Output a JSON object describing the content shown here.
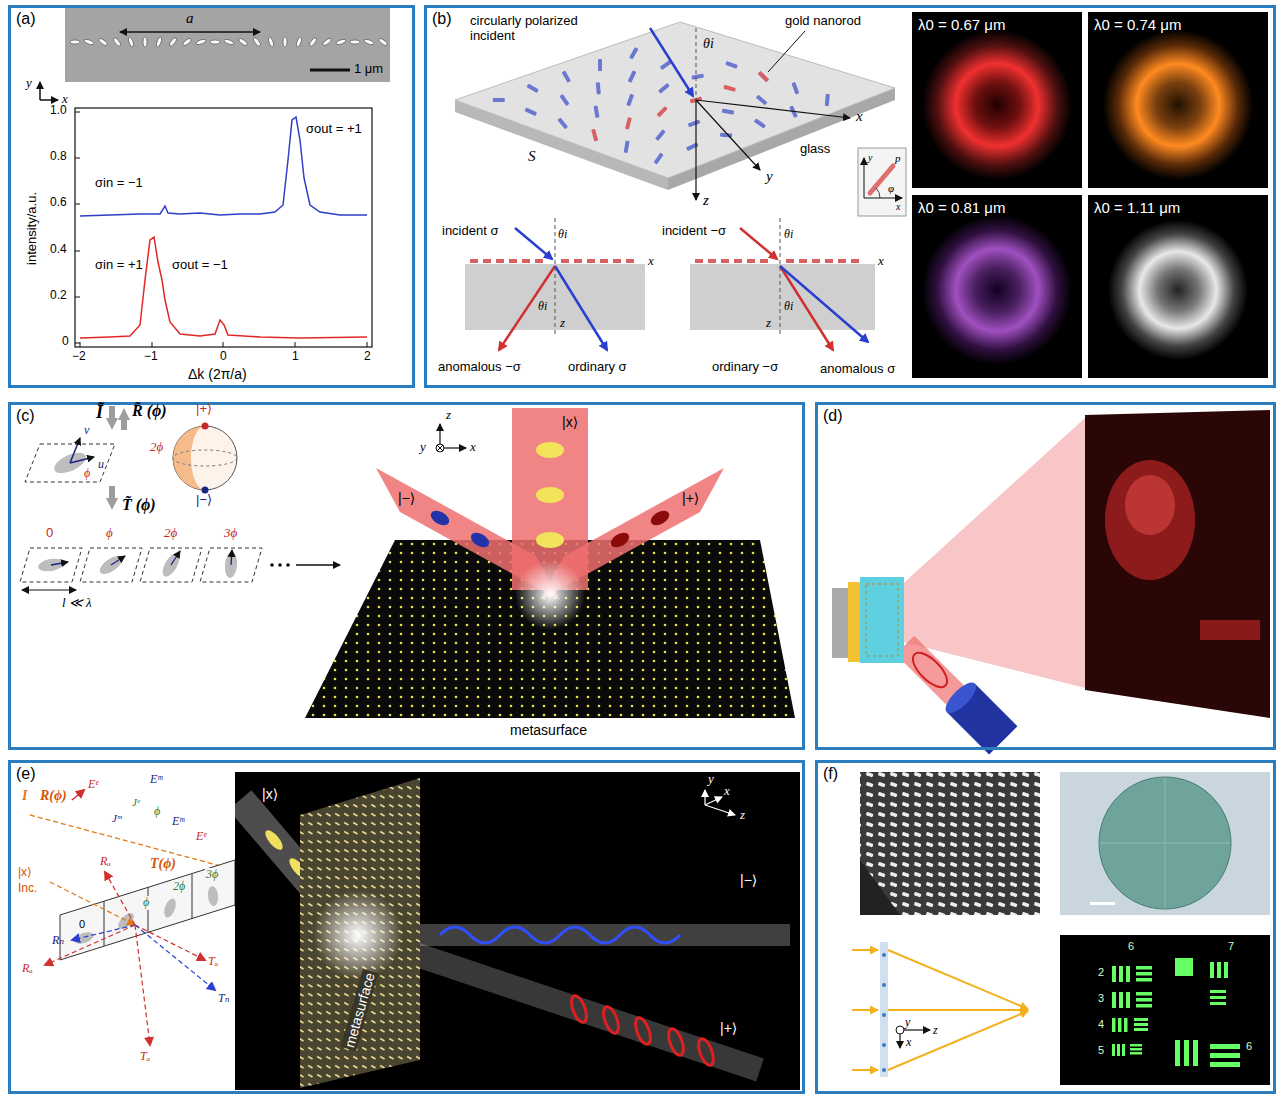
{
  "diagram": {
    "nodes": [
      {
        "text": [
          "(a)"
        ]
      },
      {
        "text": [
          "(b)"
        ]
      },
      {
        "text": [
          "(c)"
        ]
      },
      {
        "text": [
          "(d)"
        ]
      },
      {
        "text": [
          "(e)"
        ]
      },
      {
        "text": [
          "(f)"
        ]
      }
    ],
    "labels": [
      "a",
      "y",
      "x",
      "1 μm",
      "intensity/a.u.",
      "1.0",
      "0.8",
      "0.6",
      "0.4",
      "0.2",
      "0",
      "−2",
      "−1",
      "0",
      "1",
      "2",
      "Δk (2π/a)",
      "σin = −1",
      "σout = +1",
      "σin = +1",
      "σout = −1",
      "circularly polarized incident",
      "gold nanorod",
      "θi",
      "x",
      "y",
      "z",
      "S",
      "glass",
      "p",
      "φ",
      "x",
      "y",
      "incident σ",
      "θi",
      "x",
      "z",
      "θi",
      "anomalous −σ",
      "ordinary σ",
      "incident −σ",
      "θi",
      "x",
      "θi",
      "z",
      "ordinary −σ",
      "anomalous σ",
      "λ0 = 0.67 μm",
      "λ0 = 0.74 μm",
      "λ0 = 0.81 μm",
      "λ0 = 1.11 μm",
      "Ĩ",
      "R̃ (ϕ)",
      "T̃ (ϕ)",
      "v",
      "u",
      "ϕ",
      "2ϕ",
      "|+⟩",
      "|−⟩",
      "0",
      "ϕ",
      "2ϕ",
      "3ϕ",
      "l ≪ λ",
      "z",
      "y",
      "x",
      "|x⟩",
      "|−⟩",
      "|+⟩",
      "metasurface",
      "I",
      "R(ϕ)",
      "Eᵉ",
      "Eᵐ",
      "Jᵉ",
      "Jᵐ",
      "ϕ",
      "Eᵐ",
      "Eᵉ",
      "T(ϕ)",
      "|x⟩",
      "Inc.",
      "Rₐ",
      "Rₙ",
      "Rₐ",
      "0",
      "ϕ",
      "2ϕ",
      "3ϕ",
      "Tₐ",
      "Tₙ",
      "Tₐ",
      "y",
      "x",
      "z",
      "|x⟩",
      "|−⟩",
      "|+⟩",
      "metasurface",
      "y",
      "x",
      "z",
      "6",
      "7",
      "2",
      "3",
      "4",
      "5",
      "6"
    ]
  }
}
